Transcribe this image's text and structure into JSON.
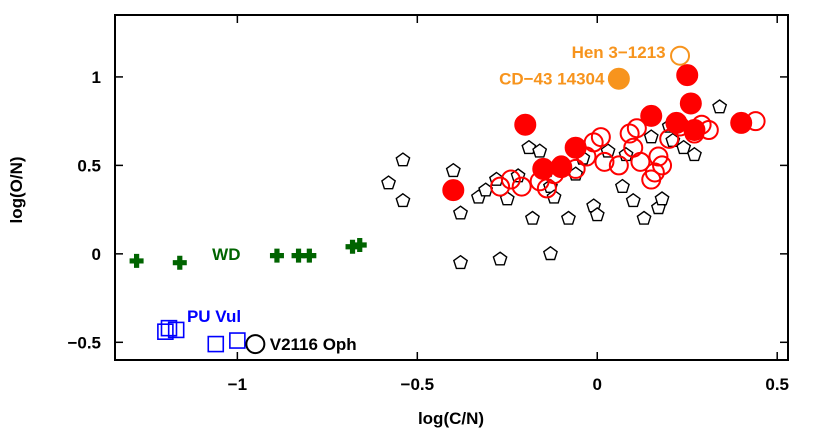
{
  "chart_data": {
    "type": "scatter",
    "xlabel": "log(C/N)",
    "ylabel": "log(O/N)",
    "xlim": [
      -1.34,
      0.53
    ],
    "ylim": [
      -0.6,
      1.35
    ],
    "grid": false,
    "legend": "none",
    "xticks": [
      -1,
      -0.5,
      0,
      0.5
    ],
    "xtick_labels": [
      "−1",
      "−0.5",
      "0",
      "0.5"
    ],
    "yticks": [
      -0.5,
      0,
      0.5,
      1
    ],
    "ytick_labels": [
      "−0.5",
      "0",
      "0.5",
      "1"
    ],
    "series": [
      {
        "marker": "pentagon",
        "color": "#000000",
        "filled": false,
        "points": [
          [
            -0.58,
            0.4
          ],
          [
            -0.54,
            0.53
          ],
          [
            -0.54,
            0.3
          ],
          [
            -0.4,
            0.47
          ],
          [
            -0.38,
            0.23
          ],
          [
            -0.38,
            -0.05
          ],
          [
            -0.33,
            0.32
          ],
          [
            -0.31,
            0.36
          ],
          [
            -0.28,
            0.42
          ],
          [
            -0.27,
            -0.03
          ],
          [
            -0.25,
            0.31
          ],
          [
            -0.22,
            0.44
          ],
          [
            -0.19,
            0.6
          ],
          [
            -0.18,
            0.2
          ],
          [
            -0.16,
            0.58
          ],
          [
            -0.14,
            0.47
          ],
          [
            -0.13,
            0.38
          ],
          [
            -0.13,
            0.0
          ],
          [
            -0.12,
            0.32
          ],
          [
            -0.08,
            0.2
          ],
          [
            -0.06,
            0.45
          ],
          [
            -0.04,
            0.54
          ],
          [
            -0.01,
            0.27
          ],
          [
            0.0,
            0.22
          ],
          [
            0.03,
            0.58
          ],
          [
            0.07,
            0.38
          ],
          [
            0.08,
            0.56
          ],
          [
            0.1,
            0.3
          ],
          [
            0.13,
            0.2
          ],
          [
            0.15,
            0.66
          ],
          [
            0.17,
            0.26
          ],
          [
            0.18,
            0.31
          ],
          [
            0.2,
            0.72
          ],
          [
            0.21,
            0.64
          ],
          [
            0.24,
            0.6
          ],
          [
            0.27,
            0.56
          ],
          [
            0.34,
            0.83
          ]
        ]
      },
      {
        "marker": "circle",
        "color": "#ff0000",
        "filled": false,
        "points": [
          [
            -0.27,
            0.38
          ],
          [
            -0.24,
            0.42
          ],
          [
            -0.21,
            0.38
          ],
          [
            -0.16,
            0.41
          ],
          [
            -0.14,
            0.37
          ],
          [
            -0.12,
            0.45
          ],
          [
            -0.1,
            0.5
          ],
          [
            -0.06,
            0.48
          ],
          [
            -0.03,
            0.55
          ],
          [
            -0.01,
            0.63
          ],
          [
            0.01,
            0.66
          ],
          [
            0.02,
            0.52
          ],
          [
            0.06,
            0.5
          ],
          [
            0.09,
            0.68
          ],
          [
            0.1,
            0.6
          ],
          [
            0.11,
            0.71
          ],
          [
            0.12,
            0.52
          ],
          [
            0.15,
            0.42
          ],
          [
            0.16,
            0.46
          ],
          [
            0.17,
            0.55
          ],
          [
            0.18,
            0.5
          ],
          [
            0.2,
            0.65
          ],
          [
            0.23,
            0.72
          ],
          [
            0.27,
            0.68
          ],
          [
            0.29,
            0.73
          ],
          [
            0.31,
            0.7
          ],
          [
            0.44,
            0.75
          ]
        ]
      },
      {
        "marker": "circle",
        "color": "#ff0000",
        "filled": true,
        "points": [
          [
            -0.4,
            0.36
          ],
          [
            -0.2,
            0.73
          ],
          [
            -0.15,
            0.48
          ],
          [
            -0.1,
            0.49
          ],
          [
            -0.06,
            0.6
          ],
          [
            0.15,
            0.78
          ],
          [
            0.22,
            0.74
          ],
          [
            0.25,
            1.01
          ],
          [
            0.26,
            0.85
          ],
          [
            0.27,
            0.7
          ],
          [
            0.4,
            0.74
          ]
        ]
      },
      {
        "marker": "cross",
        "color": "#006400",
        "filled": true,
        "points": [
          [
            -1.28,
            -0.04
          ],
          [
            -1.16,
            -0.05
          ],
          [
            -0.89,
            -0.01
          ],
          [
            -0.83,
            -0.01
          ],
          [
            -0.8,
            -0.01
          ],
          [
            -0.68,
            0.04
          ],
          [
            -0.66,
            0.05
          ]
        ]
      },
      {
        "marker": "square",
        "color": "#0000ff",
        "filled": false,
        "points": [
          [
            -1.2,
            -0.44
          ],
          [
            -1.19,
            -0.42
          ],
          [
            -1.17,
            -0.43
          ],
          [
            -1.06,
            -0.51
          ],
          [
            -1.0,
            -0.49
          ]
        ]
      },
      {
        "marker": "circle",
        "color": "#000000",
        "filled": false,
        "points": [
          [
            -0.95,
            -0.51
          ]
        ]
      },
      {
        "marker": "circle",
        "color": "#f7941d",
        "filled": true,
        "points": [
          [
            0.06,
            0.99
          ]
        ]
      },
      {
        "marker": "circle",
        "color": "#f7941d",
        "filled": false,
        "points": [
          [
            0.23,
            1.12
          ]
        ]
      }
    ],
    "annotations": [
      {
        "text": "Hen 3−1213",
        "color": "#f7941d",
        "x": 0.19,
        "y": 1.14,
        "anchor": "end"
      },
      {
        "text": "CD−43 14304",
        "color": "#f7941d",
        "x": 0.02,
        "y": 0.99,
        "anchor": "end"
      },
      {
        "text": "WD",
        "color": "#006400",
        "x": -1.07,
        "y": 0.0,
        "anchor": "start"
      },
      {
        "text": "PU Vul",
        "color": "#0000ff",
        "x": -1.14,
        "y": -0.35,
        "anchor": "start"
      },
      {
        "text": "V2116 Oph",
        "color": "#000000",
        "x": -0.91,
        "y": -0.51,
        "anchor": "start"
      }
    ]
  }
}
